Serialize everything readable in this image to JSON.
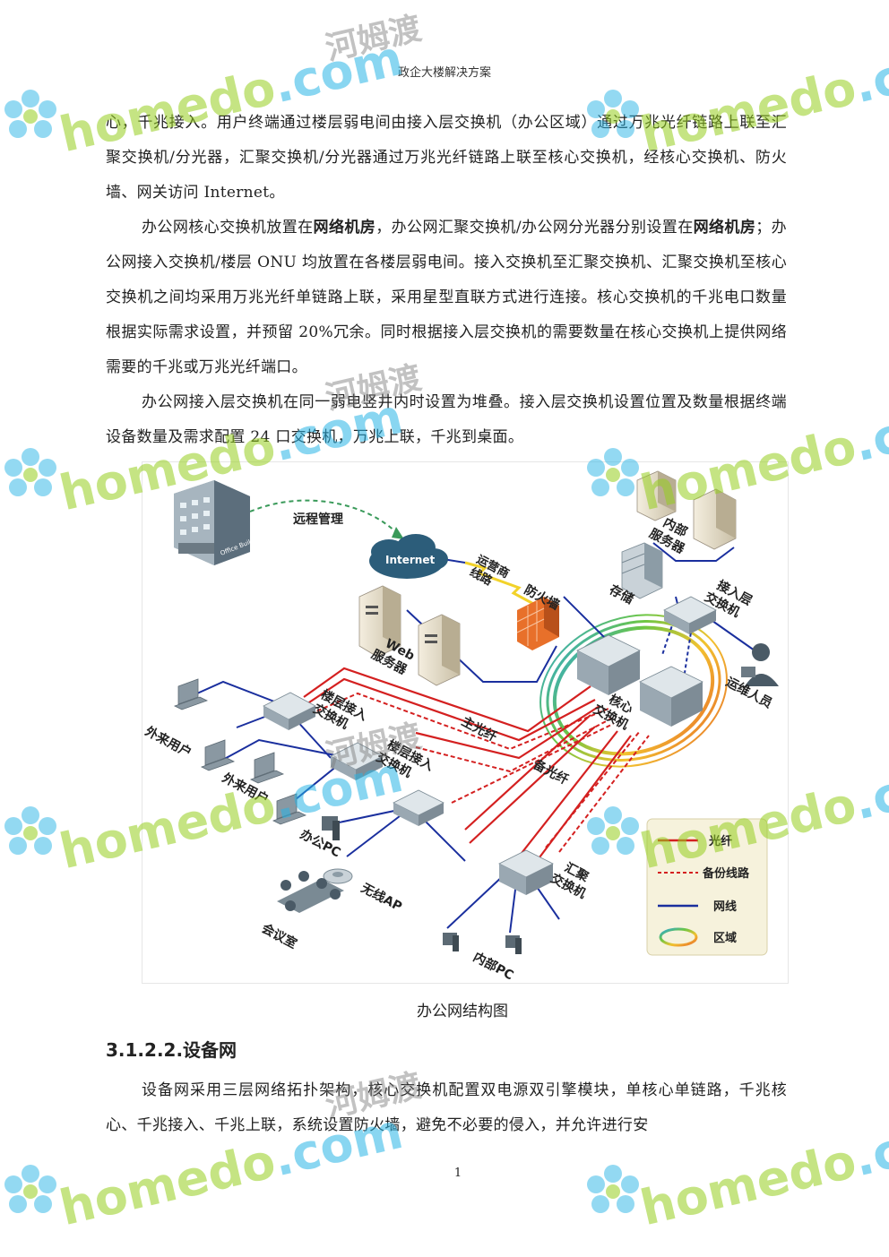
{
  "header": {
    "title": "政企大楼解决方案"
  },
  "paragraphs": {
    "p1": "心，千兆接入。用户终端通过楼层弱电间由接入层交换机（办公区域）通过万兆光纤链路上联至汇聚交换机/分光器，汇聚交换机/分光器通过万兆光纤链路上联至核心交换机，经核心交换机、防火墙、网关访问 Internet。",
    "p2_a": "办公网核心交换机放置在",
    "p2_b1": "网络机房",
    "p2_c": "，办公网汇聚交换机/办公网分光器分别设置在",
    "p2_b2": "网络机房",
    "p2_d": "；办公网接入交换机/楼层 ONU 均放置在各楼层弱电间。接入交换机至汇聚交换机、汇聚交换机至核心交换机之间均采用万兆光纤单链路上联，采用星型直联方式进行连接。核心交换机的千兆电口数量根据实际需求设置，并预留 20%冗余。同时根据接入层交换机的需要数量在核心交换机上提供网络需要的千兆或万兆光纤端口。",
    "p3": "办公网接入层交换机在同一弱电竖井内时设置为堆叠。接入层交换机设置位置及数量根据终端设备数量及需求配置 24 口交换机，万兆上联，千兆到桌面。",
    "p4": "设备网采用三层网络拓扑架构，核心交换机配置双电源双引擎模块，单核心单链路，千兆核心、千兆接入、千兆上联，系统设置防火墙，避免不必要的侵入，并允许进行安"
  },
  "diagram": {
    "remote_mgmt": "远程管理",
    "office_building": "Office Building",
    "internet": "Internet",
    "isp_line": [
      "运营商",
      "线路"
    ],
    "firewall": "防火墙",
    "web_server": [
      "Web",
      "服务器"
    ],
    "internal_server": [
      "内部",
      "服务器"
    ],
    "storage": "存储",
    "access_switch": [
      "接入层",
      "交换机"
    ],
    "ops_staff": "运维人员",
    "core_switch": [
      "核心",
      "交换机"
    ],
    "main_fiber": "主光纤",
    "backup_fiber": "备光纤",
    "floor_access_1": [
      "楼层接入",
      "交换机"
    ],
    "floor_access_2": [
      "楼层接入",
      "交换机"
    ],
    "guest_user_1": "外来用户",
    "guest_user_2": "外来用户",
    "office_pc": "办公PC",
    "wireless_ap": "无线AP",
    "meeting_room": "会议室",
    "agg_switch": [
      "汇聚",
      "交换机"
    ],
    "internal_pc": "内部PC",
    "legend": {
      "fiber": "光纤",
      "backup": "备份线路",
      "cable": "网线",
      "zone": "区域"
    }
  },
  "colors": {
    "fiber": "#d42020",
    "cable": "#1a2f9e",
    "firewall": "#e8702a",
    "cloud": "#2c5d7a",
    "switch": "#b8c4cc",
    "watermark_green": "#96cd1e",
    "watermark_blue": "#28b4e6"
  },
  "caption": "办公网结构图",
  "section": {
    "heading": "3.1.2.2.设备网"
  },
  "page_number": "1",
  "watermark": {
    "home": "homedo",
    "dot_com": ".com",
    "cn": "河姆渡"
  }
}
